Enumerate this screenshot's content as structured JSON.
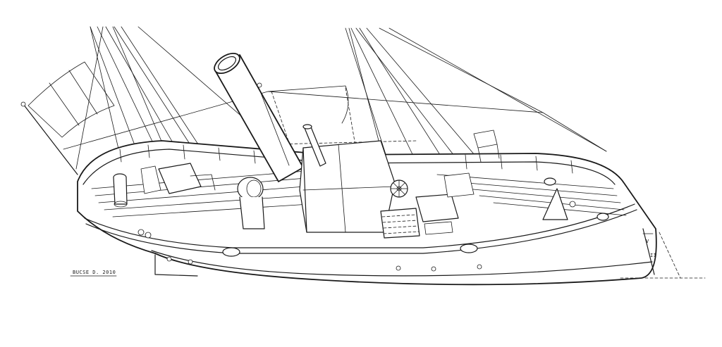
{
  "drawing": {
    "signature": "BUCSE D. 2010",
    "bow_marks": [
      "V",
      "II"
    ],
    "ink_color": "#1a1a1a",
    "paper_color": "#ffffff"
  }
}
